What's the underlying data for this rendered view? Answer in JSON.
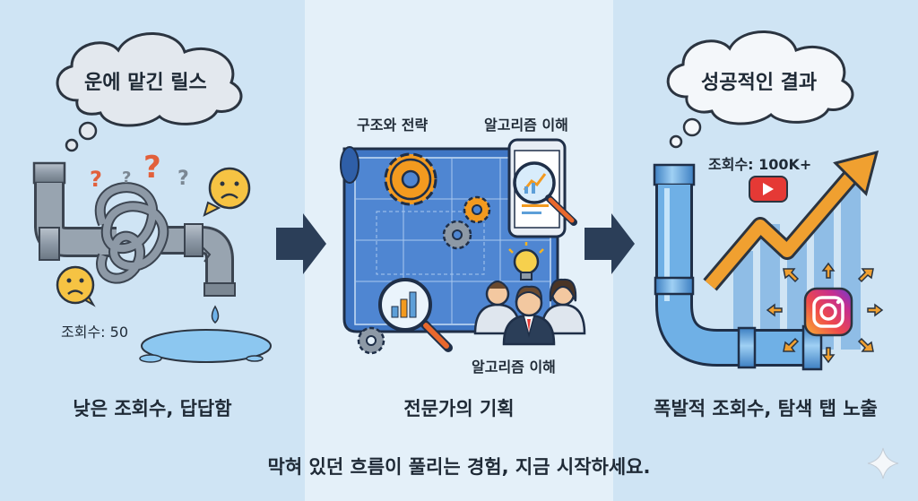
{
  "panels": {
    "left": {
      "thought": "운에 맡긴 릴스",
      "views": "조회수: 50",
      "caption": "낮은 조회수, 답답함"
    },
    "middle": {
      "label_structure": "구조와 전략",
      "label_algorithm_top": "알고리즘 이해",
      "label_algorithm_bottom": "알고리즘 이해",
      "caption": "전문가의 기획"
    },
    "right": {
      "thought": "성공적인 결과",
      "views": "조회수: 100K+",
      "caption": "폭발적 조회수, 탐색 탭 노출"
    }
  },
  "footer": "막혀 있던 흐름이 풀리는 경험, 지금 시작하세요.",
  "colors": {
    "pipe_gray": "#8d99a6",
    "pipe_blue": "#5d9fd8",
    "arrow_navy": "#2b3e58",
    "gear_orange": "#f39a1f",
    "trend_orange": "#f0a030",
    "youtube_red": "#e53935",
    "blueprint": "#3f76c4"
  }
}
